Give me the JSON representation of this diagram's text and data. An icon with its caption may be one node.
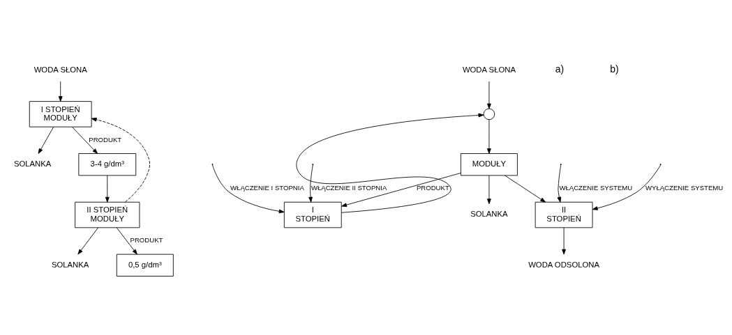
{
  "diagram": {
    "nodes": [
      {
        "text": [
          "WODA SŁONA"
        ]
      },
      {
        "text": [
          "I STOPIEŃ",
          "MODUŁY"
        ]
      },
      {
        "text": [
          "SOLANKA"
        ]
      },
      {
        "text": [
          "3-4 g/dm³"
        ]
      },
      {
        "text": [
          "II STOPIEŃ",
          "MODUŁY"
        ]
      },
      {
        "text": [
          "SOLANKA"
        ]
      },
      {
        "text": [
          "0,5 g/dm³"
        ]
      },
      {
        "text": [
          "WODA SŁONA"
        ]
      },
      {
        "text": [],
        "shape": "circle"
      },
      {
        "text": [
          "MODUŁY"
        ]
      },
      {
        "text": [
          "SOLANKA"
        ]
      },
      {
        "text": [
          "I",
          "STOPIEŃ"
        ]
      },
      {
        "text": [
          "II",
          "STOPIEŃ"
        ]
      },
      {
        "text": [
          "WODA ODSOLONA"
        ]
      }
    ],
    "edges": [
      {
        "from": 0,
        "to": 1,
        "arrow": "to"
      },
      {
        "from": 1,
        "to": 2,
        "arrow": "to"
      },
      {
        "from": 1,
        "to": 3,
        "arrow": "to",
        "label": "PRODUKT"
      },
      {
        "from": 3,
        "to": 4,
        "arrow": "to"
      },
      {
        "from": 4,
        "to": 5,
        "arrow": "to"
      },
      {
        "from": 4,
        "to": 1,
        "arrow": "to",
        "style": "dashed"
      },
      {
        "from": 4,
        "to": 6,
        "arrow": "to",
        "label": "PRODUKT"
      },
      {
        "from": 7,
        "to": 8,
        "arrow": "to"
      },
      {
        "from": 8,
        "to": 9,
        "arrow": "to"
      },
      {
        "from": 9,
        "to": 10,
        "arrow": "to"
      },
      {
        "from": 9,
        "to": 11,
        "arrow": "to",
        "label": "PRODUKT"
      },
      {
        "from": 9,
        "to": 12,
        "arrow": "to"
      },
      {
        "from": null,
        "to": 11,
        "arrow": "to",
        "label": "WŁĄCZENIE I STOPNIA"
      },
      {
        "from": null,
        "to": 11,
        "arrow": "to",
        "label": "WŁĄCZENIE II STOPNIA"
      },
      {
        "from": null,
        "to": 12,
        "arrow": "to",
        "label": "WYŁĄCZENIE SYSTEMU"
      },
      {
        "from": null,
        "to": 12,
        "arrow": "to",
        "label": "WŁĄCZENIE SYSTEMU"
      },
      {
        "from": 11,
        "to": 8,
        "arrow": "to"
      },
      {
        "from": 12,
        "to": 13,
        "arrow": "to"
      }
    ],
    "labels": [
      "a)",
      "b)"
    ]
  }
}
